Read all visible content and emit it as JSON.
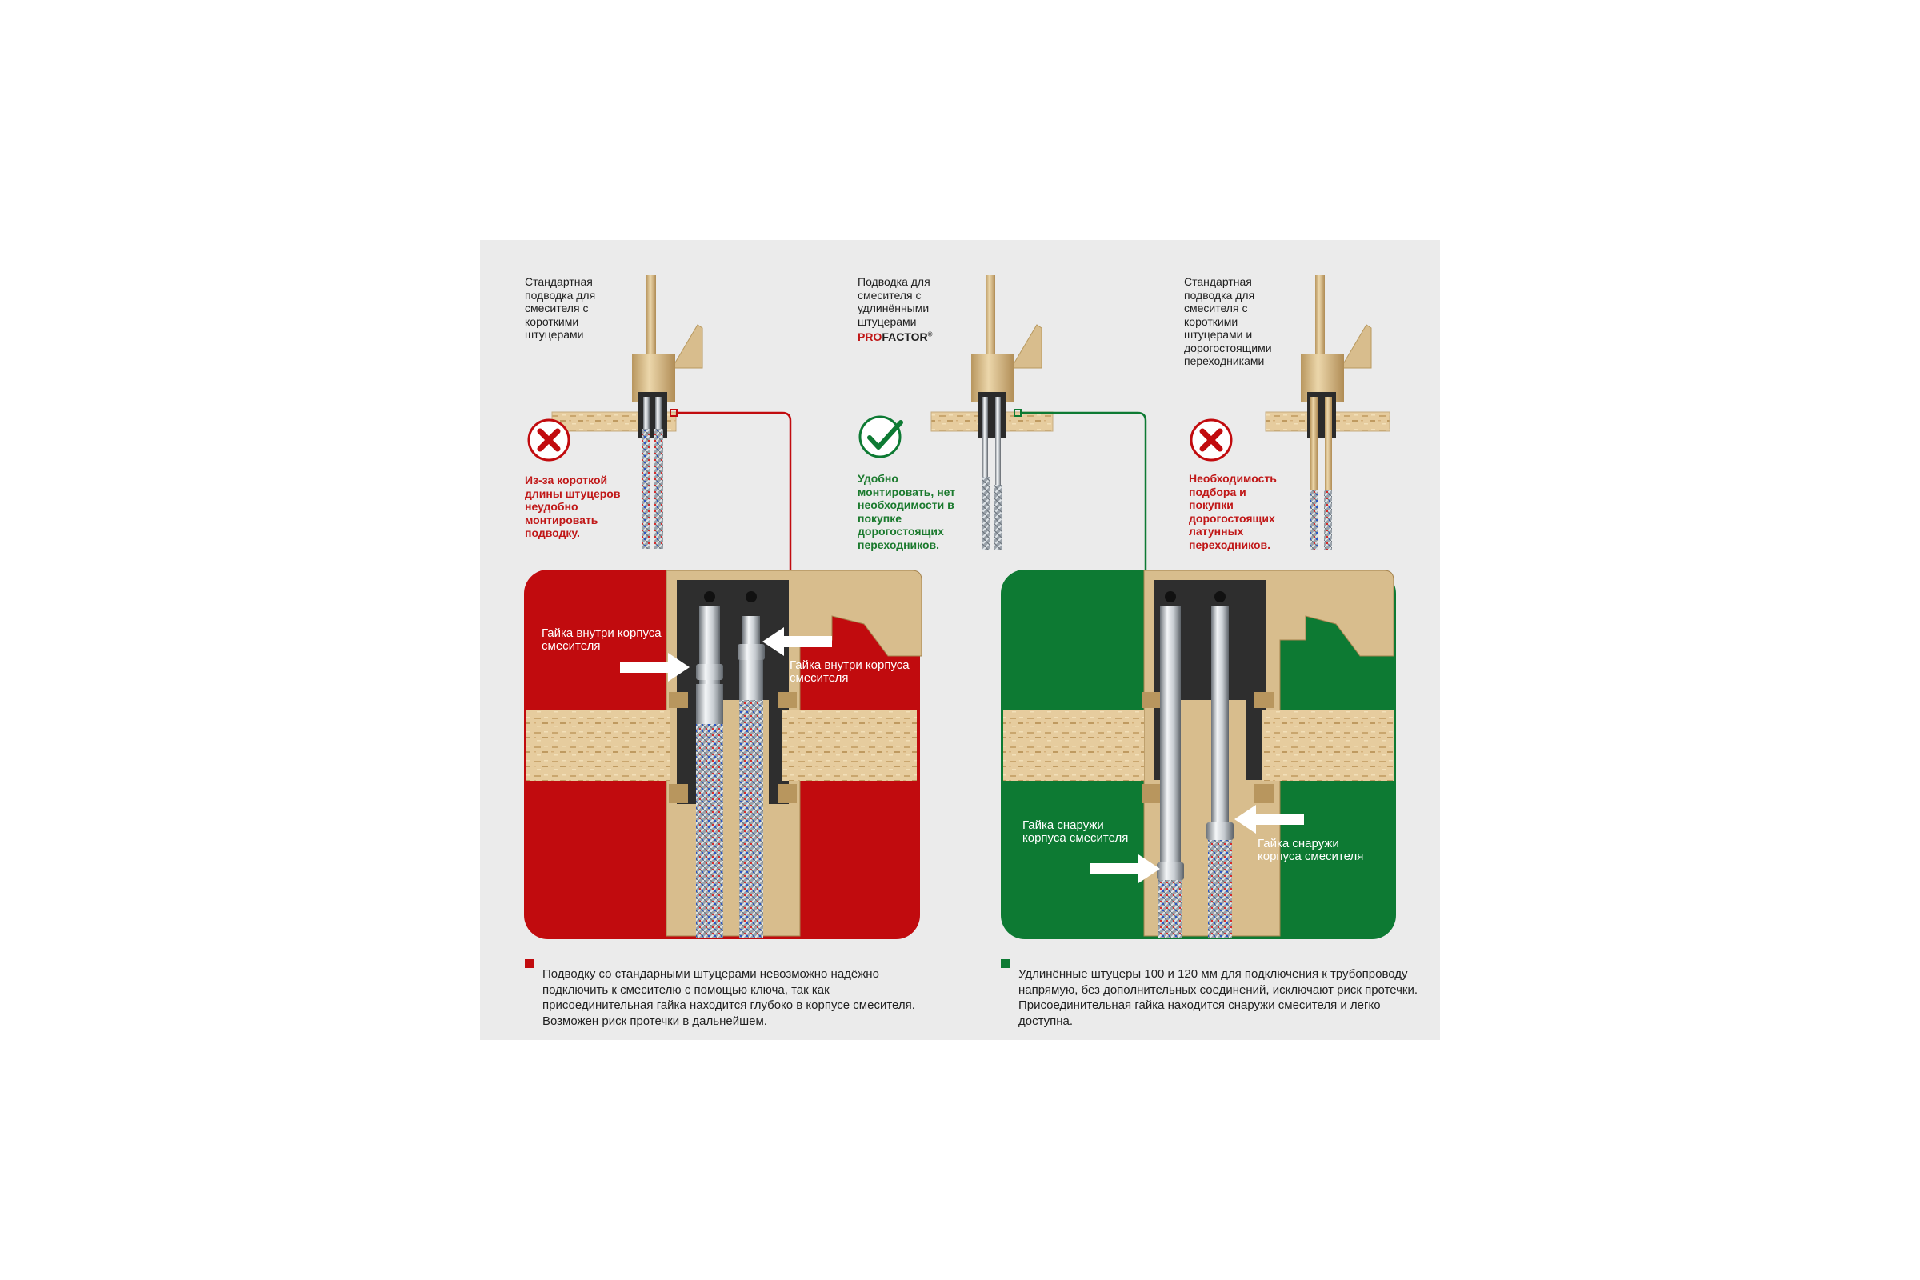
{
  "colors": {
    "bad": "#c10b0e",
    "good": "#0d7a33",
    "brass": "#d8bd8d",
    "panel_bg": "#ebebeb"
  },
  "columns": [
    {
      "caption": "Стандартная подводка для смесителя с короткими штуцерами",
      "status_icon": "cross-icon",
      "result": "Из-за короткой длины штуцеров неудобно монтировать подводку."
    },
    {
      "caption": "Подводка для смесителя с удлинёнными штуцерами",
      "brand_prefix": "PRO",
      "brand_suffix": "FACTOR",
      "brand_mark": "®",
      "status_icon": "check-icon",
      "result": "Удобно монтировать, нет необходимости в покупке дорогостоящих переходников."
    },
    {
      "caption": "Стандартная подводка для смесителя с короткими штуцерами и дорогостоящими переходниками",
      "status_icon": "cross-icon",
      "result": "Необходимость подбора и покупки дорогостоящих латунных переходников."
    }
  ],
  "details": {
    "bad": {
      "label_left": "Гайка внутри корпуса смесителя",
      "label_right": "Гайка внутри корпуса смесителя",
      "note": "Подводку со стандарными штуцерами невозможно надёжно подключить к смесителю с помощью ключа, так как присоединительная гайка находится глубоко в корпусе смесителя. Возможен риск протечки в дальнейшем."
    },
    "good": {
      "label_left": "Гайка снаружи корпуса смесителя",
      "label_right": "Гайка снаружи корпуса смесителя",
      "note": "Удлинённые штуцеры 100 и 120 мм для подключения к трубопроводу напрямую, без дополнительных соединений, исключают риск протечки. Присоединительная гайка находится снаружи смесителя и легко доступна."
    }
  }
}
